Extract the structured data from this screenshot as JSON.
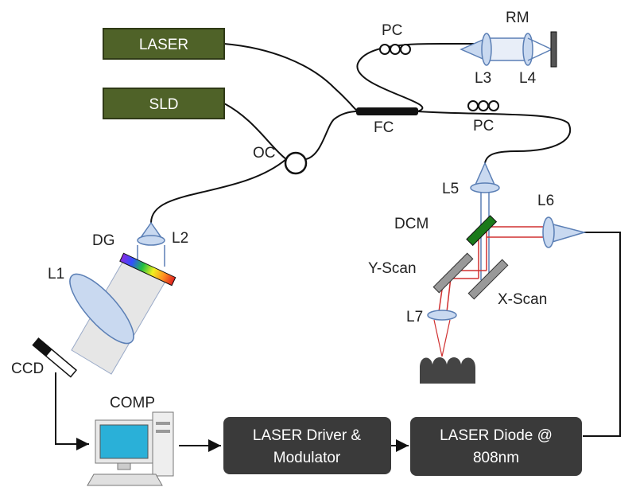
{
  "diagram": {
    "sources": {
      "laser": "LASER",
      "sld": "SLD"
    },
    "labels": {
      "pc_top": "PC",
      "rm": "RM",
      "l3": "L3",
      "l4": "L4",
      "fc": "FC",
      "pc_mid": "PC",
      "oc": "OC",
      "l5": "L5",
      "l6": "L6",
      "dcm": "DCM",
      "y_scan": "Y-Scan",
      "x_scan": "X-Scan",
      "l7": "L7",
      "dg": "DG",
      "l2": "L2",
      "l1": "L1",
      "ccd": "CCD",
      "comp": "COMP"
    },
    "boxes": {
      "driver_line1": "LASER Driver &",
      "driver_line2": "Modulator",
      "diode_line1": "LASER Diode @",
      "diode_line2": "808nm"
    },
    "colors": {
      "source_fill": "#4f6228",
      "box_fill": "#3a3a3a",
      "dcm_fill": "#1a7a1a",
      "beam_red": "#d03030",
      "lens_fill": "#c9d9f0",
      "lens_stroke": "#5b7fb5",
      "monitor_screen": "#2ab0d8"
    }
  }
}
